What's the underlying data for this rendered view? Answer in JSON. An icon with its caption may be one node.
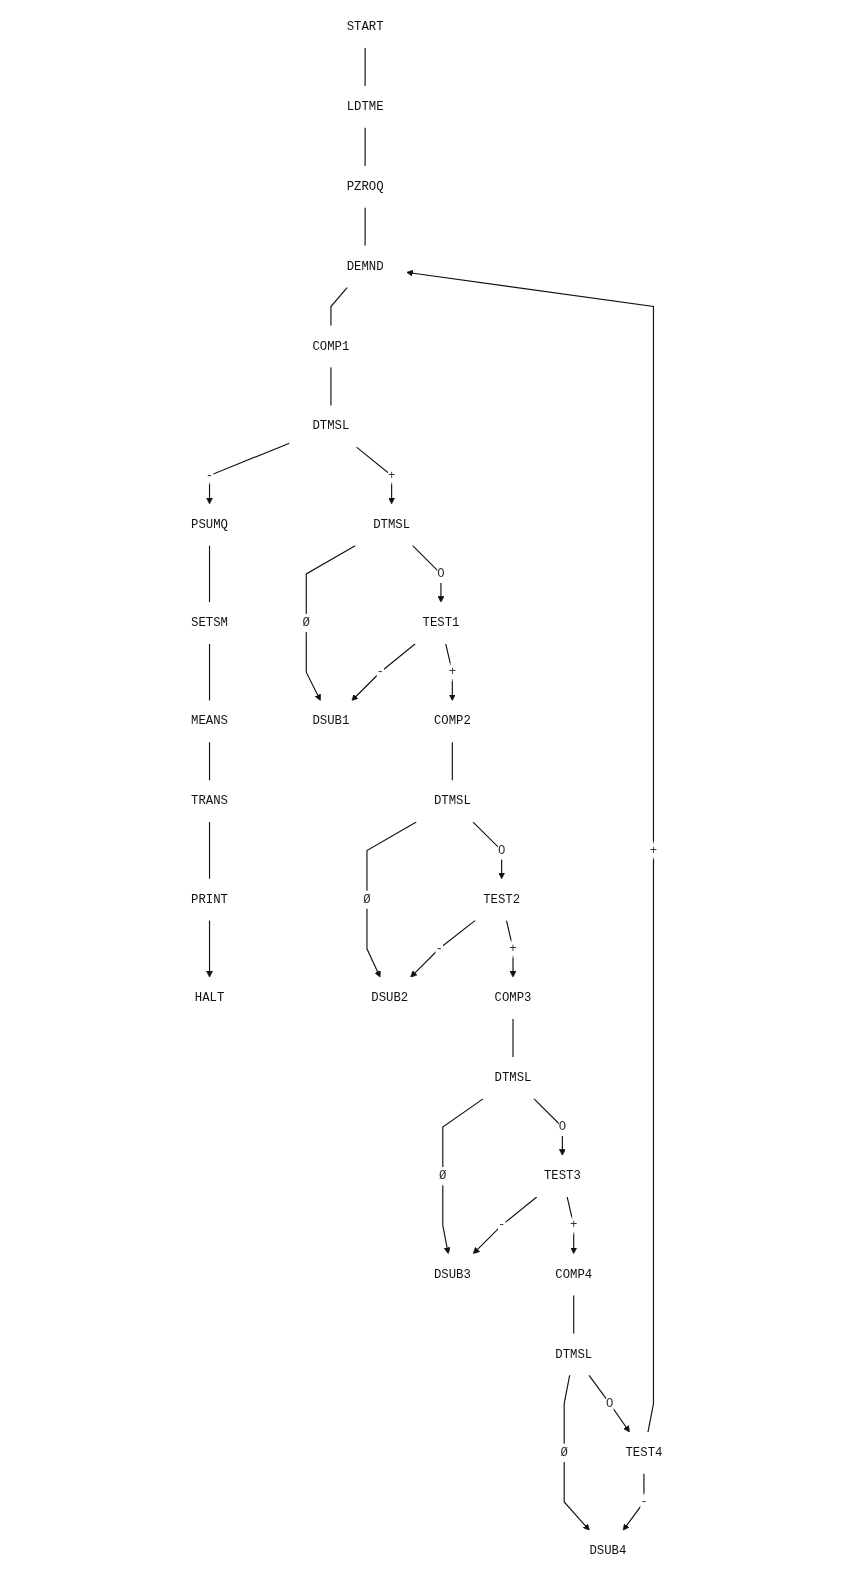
{
  "diagram": {
    "nodes": [
      {
        "text": [
          "START"
        ]
      },
      {
        "text": [
          "LDTME"
        ]
      },
      {
        "text": [
          "PZROQ"
        ]
      },
      {
        "text": [
          "DEMND"
        ]
      },
      {
        "text": [
          "COMP1"
        ]
      },
      {
        "text": [
          "DTMSL"
        ]
      },
      {
        "text": [
          "PSUMQ"
        ]
      },
      {
        "text": [
          "SETSM"
        ]
      },
      {
        "text": [
          "MEANS"
        ]
      },
      {
        "text": [
          "TRANS"
        ]
      },
      {
        "text": [
          "PRINT"
        ]
      },
      {
        "text": [
          "HALT"
        ]
      },
      {
        "text": [
          "DTMSL"
        ]
      },
      {
        "text": [
          "DSUB1"
        ]
      },
      {
        "text": [
          "TEST1"
        ]
      },
      {
        "text": [
          "COMP2"
        ]
      },
      {
        "text": [
          "DTMSL"
        ]
      },
      {
        "text": [
          "DSUB2"
        ]
      },
      {
        "text": [
          "TEST2"
        ]
      },
      {
        "text": [
          "COMP3"
        ]
      },
      {
        "text": [
          "DTMSL"
        ]
      },
      {
        "text": [
          "DSUB3"
        ]
      },
      {
        "text": [
          "TEST3"
        ]
      },
      {
        "text": [
          "COMP4"
        ]
      },
      {
        "text": [
          "DTMSL"
        ]
      },
      {
        "text": [
          "DSUB4"
        ]
      },
      {
        "text": [
          "TEST4"
        ]
      }
    ],
    "edges": [
      {
        "from": 0,
        "to": 1,
        "arrow": "none"
      },
      {
        "from": 1,
        "to": 2,
        "arrow": "none"
      },
      {
        "from": 2,
        "to": 3,
        "arrow": "none"
      },
      {
        "from": 3,
        "to": 4,
        "arrow": "none"
      },
      {
        "from": 4,
        "to": 5,
        "arrow": "none"
      },
      {
        "from": 5,
        "to": 6,
        "label": "-",
        "arrow": "to"
      },
      {
        "from": 5,
        "to": 12,
        "label": "+",
        "arrow": "to"
      },
      {
        "from": 6,
        "to": 7,
        "arrow": "none"
      },
      {
        "from": 7,
        "to": 8,
        "arrow": "none"
      },
      {
        "from": 8,
        "to": 9,
        "arrow": "none"
      },
      {
        "from": 9,
        "to": 10,
        "arrow": "none"
      },
      {
        "from": 10,
        "to": 11,
        "arrow": "to"
      },
      {
        "from": 12,
        "to": 13,
        "label": "Ø",
        "arrow": "to"
      },
      {
        "from": 12,
        "to": 14,
        "label": "O",
        "arrow": "to"
      },
      {
        "from": 14,
        "to": 13,
        "label": "-",
        "arrow": "to"
      },
      {
        "from": 14,
        "to": 15,
        "label": "+",
        "arrow": "to"
      },
      {
        "from": 15,
        "to": 16,
        "arrow": "none"
      },
      {
        "from": 16,
        "to": 17,
        "label": "Ø",
        "arrow": "to"
      },
      {
        "from": 16,
        "to": 18,
        "label": "O",
        "arrow": "to"
      },
      {
        "from": 18,
        "to": 17,
        "label": "-",
        "arrow": "to"
      },
      {
        "from": 18,
        "to": 19,
        "label": "+",
        "arrow": "to"
      },
      {
        "from": 19,
        "to": 20,
        "arrow": "none"
      },
      {
        "from": 20,
        "to": 21,
        "label": "Ø",
        "arrow": "to"
      },
      {
        "from": 20,
        "to": 22,
        "label": "O",
        "arrow": "to"
      },
      {
        "from": 22,
        "to": 21,
        "label": "-",
        "arrow": "to"
      },
      {
        "from": 22,
        "to": 23,
        "label": "+",
        "arrow": "to"
      },
      {
        "from": 23,
        "to": 24,
        "arrow": "none"
      },
      {
        "from": 24,
        "to": 25,
        "label": "Ø",
        "arrow": "to"
      },
      {
        "from": 24,
        "to": 26,
        "label": "O",
        "arrow": "to"
      },
      {
        "from": 26,
        "to": 25,
        "label": "-",
        "arrow": "to"
      },
      {
        "from": 26,
        "to": 3,
        "label": "+",
        "arrow": "to"
      }
    ]
  }
}
